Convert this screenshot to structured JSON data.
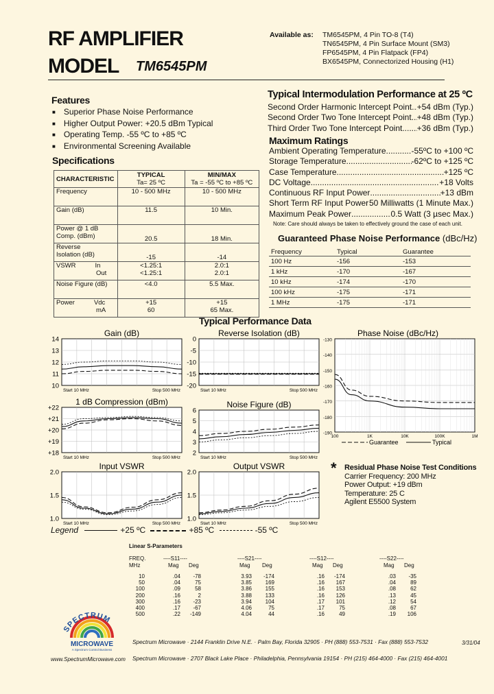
{
  "header": {
    "title_line1": "RF AMPLIFIER",
    "title_line2": "MODEL",
    "model": "TM6545PM",
    "available_label": "Available as:",
    "available": [
      "TM6545PM, 4 Pin TO-8 (T4)",
      "TN6545PM, 4 Pin Surface Mount (SM3)",
      "FP6545PM, 4 Pin Flatpack (FP4)",
      "BX6545PM, Connectorized Housing (H1)"
    ]
  },
  "features": {
    "heading": "Features",
    "items": [
      "Superior Phase Noise Performance",
      "Higher Output Power: +20.5 dBm Typical",
      "Operating Temp. -55 ºC to +85 ºC",
      "Environmental Screening Available"
    ]
  },
  "specs": {
    "heading": "Specifications",
    "col1": "CHARACTERISTIC",
    "col2": "TYPICAL",
    "col2_sub": "Ta= 25 ºC",
    "col3": "MIN/MAX",
    "col3_sub": "Ta = -55 ºC to +85 ºC",
    "rows": [
      {
        "name": "Frequency",
        "sub": "",
        "typ": "10 - 500 MHz",
        "max": "10 - 500 MHz"
      },
      {
        "name": "Gain (dB)",
        "sub": "",
        "typ": "11.5",
        "max": "10 Min."
      },
      {
        "name": "Power @ 1 dB",
        "sub": "Comp. (dBm)",
        "typ": "20.5",
        "max": "18 Min."
      },
      {
        "name": "Reverse",
        "sub": "Isolation (dB)",
        "typ": "-15",
        "max": "-14"
      },
      {
        "name": "VSWR",
        "sub": "",
        "in_label": "In",
        "out_label": "Out",
        "typ": "<1.25:1",
        "typ2": "<1.25:1",
        "max": "2.0:1",
        "max2": "2.0:1"
      },
      {
        "name": "Noise Figure (dB)",
        "sub": "",
        "typ": "<4.0",
        "max": "5.5 Max."
      },
      {
        "name": "Power",
        "sub": "",
        "vdc": "Vdc",
        "ma": "mA",
        "typ": "+15",
        "typ2": "60",
        "max": "+15",
        "max2": "65 Max."
      }
    ]
  },
  "intermod": {
    "heading": "Typical Intermodulation Performance at 25 ºC",
    "rows": [
      {
        "label": "Second Order Harmonic Intercept Point",
        "value": "+54 dBm (Typ.)"
      },
      {
        "label": "Second Order Two Tone Intercept Point",
        "value": "+48 dBm (Typ.)"
      },
      {
        "label": "Third Order Two Tone Intercept Point",
        "value": "+36 dBm (Typ.)"
      }
    ]
  },
  "max_ratings": {
    "heading": "Maximum Ratings",
    "rows": [
      {
        "label": "Ambient Operating Temperature",
        "value": "-55ºC to +100 ºC"
      },
      {
        "label": "Storage Temperature",
        "value": "-62ºC to +125 ºC"
      },
      {
        "label": "Case Temperature",
        "value": "+125 ºC"
      },
      {
        "label": "DC Voltage",
        "value": "+18 Volts"
      },
      {
        "label": "Continuous RF Input Power",
        "value": "+13 dBm"
      },
      {
        "label": "Short Term RF Input Power",
        "value": "50 Milliwatts (1 Minute Max.)"
      },
      {
        "label": "Maximum Peak Power",
        "value": "0.5 Watt (3 µsec Max.)"
      }
    ],
    "note": "Note: Care should always be taken to effectively ground the case of each unit."
  },
  "phase_noise_table": {
    "heading": "Guaranteed Phase Noise Performance",
    "unit": "(dBc/Hz)",
    "columns": [
      "Frequency",
      "Typical",
      "Guarantee"
    ],
    "rows": [
      [
        "100 Hz",
        "-156",
        "-153"
      ],
      [
        "1 kHz",
        "-170",
        "-167"
      ],
      [
        "10 kHz",
        "-174",
        "-170"
      ],
      [
        "100 kHz",
        "-175",
        "-171"
      ],
      [
        "1 MHz",
        "-175",
        "-171"
      ]
    ]
  },
  "perf_heading": "Typical Performance Data",
  "chart_data": [
    {
      "type": "line",
      "title": "Gain (dB)",
      "y_ticks": [
        "14",
        "13",
        "12",
        "11",
        "10"
      ],
      "ylim": [
        10,
        14
      ],
      "x_start": "Start 10 MHz",
      "x_stop": "Stop 500 MHz",
      "series": [
        {
          "name": "+25 ºC",
          "x": [
            10,
            100,
            200,
            300,
            400,
            500
          ],
          "y": [
            11.4,
            11.6,
            11.7,
            11.7,
            11.6,
            11.4
          ]
        },
        {
          "name": "+85 ºC",
          "x": [
            10,
            100,
            200,
            300,
            400,
            500
          ],
          "y": [
            11.0,
            11.2,
            11.3,
            11.3,
            11.2,
            11.0
          ]
        },
        {
          "name": "-55 ºC",
          "x": [
            10,
            100,
            200,
            300,
            400,
            500
          ],
          "y": [
            11.8,
            12.0,
            12.1,
            12.1,
            12.0,
            11.8
          ]
        }
      ]
    },
    {
      "type": "line",
      "title": "Reverse Isolation (dB)",
      "y_ticks": [
        "0",
        "-5",
        "-10",
        "-15",
        "-20"
      ],
      "ylim": [
        -20,
        0
      ],
      "x_start": "Start 10 MHz",
      "x_stop": "Stop 500 MHz",
      "series": [
        {
          "name": "+25 ºC",
          "x": [
            10,
            100,
            200,
            300,
            400,
            500
          ],
          "y": [
            -15,
            -15,
            -15,
            -15,
            -15,
            -15
          ]
        },
        {
          "name": "+85 ºC",
          "x": [
            10,
            100,
            200,
            300,
            400,
            500
          ],
          "y": [
            -15.2,
            -15.2,
            -15.2,
            -15.2,
            -15.2,
            -15.2
          ]
        },
        {
          "name": "-55 ºC",
          "x": [
            10,
            100,
            200,
            300,
            400,
            500
          ],
          "y": [
            -14.8,
            -14.8,
            -14.8,
            -14.8,
            -14.8,
            -14.8
          ]
        }
      ]
    },
    {
      "type": "line",
      "title": "Phase Noise (dBc/Hz)",
      "y_ticks": [
        "-130",
        "-140",
        "-150",
        "-160",
        "-170",
        "-180",
        "-190"
      ],
      "ylim": [
        -190,
        -130
      ],
      "x_ticks": [
        "100",
        "1K",
        "10K",
        "100K",
        "1M"
      ],
      "log_x": true,
      "series": [
        {
          "name": "Guarantee",
          "x": [
            100,
            300,
            1000,
            10000,
            100000,
            1000000
          ],
          "y": [
            -153,
            -163,
            -167,
            -170,
            -171,
            -171
          ]
        },
        {
          "name": "Typical",
          "x": [
            100,
            300,
            1000,
            10000,
            100000,
            1000000
          ],
          "y": [
            -156,
            -166,
            -170,
            -174,
            -175,
            -175
          ]
        }
      ],
      "legend": [
        "Guarantee",
        "Typical"
      ]
    },
    {
      "type": "line",
      "title": "1 dB Compression (dBm)",
      "y_ticks": [
        "+22",
        "+21",
        "+20",
        "+19",
        "+18"
      ],
      "ylim": [
        18,
        22
      ],
      "x_start": "Start 10 MHz",
      "x_stop": "Stop 500 MHz",
      "series": [
        {
          "name": "+25 ºC",
          "x": [
            10,
            100,
            200,
            300,
            400,
            500
          ],
          "y": [
            20.3,
            20.8,
            21.0,
            21.1,
            21.0,
            20.6
          ]
        },
        {
          "name": "+85 ºC",
          "x": [
            10,
            100,
            200,
            300,
            400,
            500
          ],
          "y": [
            20.1,
            20.6,
            20.9,
            21.0,
            20.8,
            20.4
          ]
        },
        {
          "name": "-55 ºC",
          "x": [
            10,
            100,
            200,
            300,
            400,
            500
          ],
          "y": [
            20.5,
            21.0,
            21.1,
            21.2,
            21.1,
            20.8
          ]
        }
      ]
    },
    {
      "type": "line",
      "title": "Noise Figure (dB)",
      "y_ticks": [
        "6",
        "5",
        "4",
        "3",
        "2"
      ],
      "ylim": [
        2,
        6
      ],
      "x_start": "Start 10 MHz",
      "x_stop": "Stop 500 MHz",
      "series": [
        {
          "name": "+25 ºC",
          "x": [
            10,
            100,
            200,
            300,
            400,
            500
          ],
          "y": [
            3.3,
            3.5,
            3.7,
            3.9,
            4.1,
            4.3
          ]
        },
        {
          "name": "+85 ºC",
          "x": [
            10,
            100,
            200,
            300,
            400,
            500
          ],
          "y": [
            3.6,
            3.8,
            4.0,
            4.2,
            4.4,
            4.6
          ]
        },
        {
          "name": "-55 ºC",
          "x": [
            10,
            100,
            200,
            300,
            400,
            500
          ],
          "y": [
            3.0,
            3.2,
            3.4,
            3.6,
            3.8,
            4.0
          ]
        }
      ]
    },
    {
      "type": "line",
      "title": "Input VSWR",
      "y_ticks": [
        "2.0",
        "1.5",
        "1.0"
      ],
      "ylim": [
        1,
        2
      ],
      "x_start": "Start 10 MHz",
      "x_stop": "Stop 500 MHz",
      "series": [
        {
          "name": "+25 ºC",
          "x": [
            10,
            100,
            200,
            300,
            400,
            500
          ],
          "y": [
            1.4,
            1.22,
            1.1,
            1.2,
            1.35,
            1.5
          ]
        },
        {
          "name": "+85 ºC",
          "x": [
            10,
            100,
            200,
            300,
            400,
            500
          ],
          "y": [
            1.45,
            1.25,
            1.12,
            1.24,
            1.4,
            1.55
          ]
        },
        {
          "name": "-55 ºC",
          "x": [
            10,
            100,
            200,
            300,
            400,
            500
          ],
          "y": [
            1.35,
            1.2,
            1.08,
            1.16,
            1.3,
            1.45
          ]
        }
      ]
    },
    {
      "type": "line",
      "title": "Output VSWR",
      "y_ticks": [
        "2.0",
        "1.5",
        "1.0"
      ],
      "ylim": [
        1,
        2
      ],
      "x_start": "Start 10 MHz",
      "x_stop": "Stop 500 MHz",
      "series": [
        {
          "name": "+25 ºC",
          "x": [
            10,
            100,
            200,
            300,
            400,
            500
          ],
          "y": [
            1.1,
            1.15,
            1.22,
            1.32,
            1.45,
            1.55
          ]
        },
        {
          "name": "+85 ºC",
          "x": [
            10,
            100,
            200,
            300,
            400,
            500
          ],
          "y": [
            1.12,
            1.18,
            1.26,
            1.38,
            1.52,
            1.65
          ]
        },
        {
          "name": "-55 ºC",
          "x": [
            10,
            100,
            200,
            300,
            400,
            500
          ],
          "y": [
            1.08,
            1.12,
            1.18,
            1.26,
            1.36,
            1.45
          ]
        }
      ]
    }
  ],
  "legend": {
    "label": "Legend",
    "items": [
      "+25 ºC",
      "+85 ºC",
      "-55 ºC"
    ]
  },
  "residual": {
    "star": "*",
    "heading": "Residual Phase Noise Test Conditions",
    "lines": [
      "Carrier Frequency: 200 MHz",
      "Power Output: +19 dBm",
      "Temperature: 25 C",
      "Agilent E5500 System"
    ]
  },
  "sparams": {
    "heading": "Linear S-Parameters",
    "freq_label": "FREQ.",
    "mhz_label": "MHz",
    "groups": [
      "S11",
      "S21",
      "S12",
      "S22"
    ],
    "mag": "Mag",
    "deg": "Deg",
    "rows": [
      [
        "10",
        ".04",
        "-78",
        "3.93",
        "-174",
        ".16",
        "-174",
        ".03",
        "-35"
      ],
      [
        "50",
        ".04",
        "75",
        "3.85",
        "169",
        ".16",
        "167",
        ".04",
        "89"
      ],
      [
        "100",
        ".09",
        "58",
        "3.86",
        "155",
        ".16",
        "153",
        ".08",
        "62"
      ],
      [
        "200",
        ".16",
        "2",
        "3.88",
        "133",
        ".16",
        "126",
        ".13",
        "45"
      ],
      [
        "300",
        ".16",
        "-23",
        "3.94",
        "104",
        ".17",
        "101",
        ".12",
        "54"
      ],
      [
        "400",
        ".17",
        "-67",
        "4.06",
        "75",
        ".17",
        "75",
        ".08",
        "67"
      ],
      [
        "500",
        ".22",
        "-149",
        "4.04",
        "44",
        ".16",
        "49",
        ".19",
        "106"
      ]
    ]
  },
  "footer": {
    "logo_top": "SPECTRUM",
    "logo_main": "MICROWAVE",
    "logo_sub": "A Spectrum Control Business",
    "line1": "Spectrum Microwave · 2144 Franklin Drive N.E. · Palm Bay, Florida 32905 · PH (888) 553-7531 · Fax (888) 553-7532",
    "date": "3/31/04",
    "website": "www.SpectrumMicrowave.com",
    "line2": "Spectrum Microwave · 2707 Black Lake Place · Philadelphia, Pennsylvania 19154 · PH (215) 464-4000 · Fax (215) 464-4001"
  }
}
